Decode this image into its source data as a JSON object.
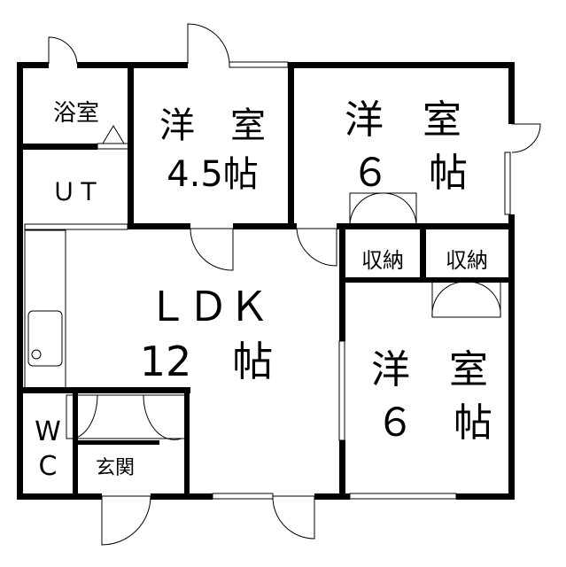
{
  "floor_plan": {
    "rooms": {
      "bath": {
        "label": "浴室"
      },
      "utility": {
        "label": "ＵＴ"
      },
      "western_45": {
        "label": "洋　室",
        "size": "4.5帖"
      },
      "western_6_top": {
        "label": "洋　室",
        "size": "６　帖"
      },
      "storage_left": {
        "label": "収納"
      },
      "storage_right": {
        "label": "収納"
      },
      "ldk": {
        "label": "ＬＤＫ",
        "size": "12　帖"
      },
      "western_6_bottom": {
        "label": "洋　室",
        "size": "６　帖"
      },
      "wc": {
        "label_top": "W",
        "label_bottom": "C"
      },
      "entrance": {
        "label": "玄関"
      }
    }
  }
}
